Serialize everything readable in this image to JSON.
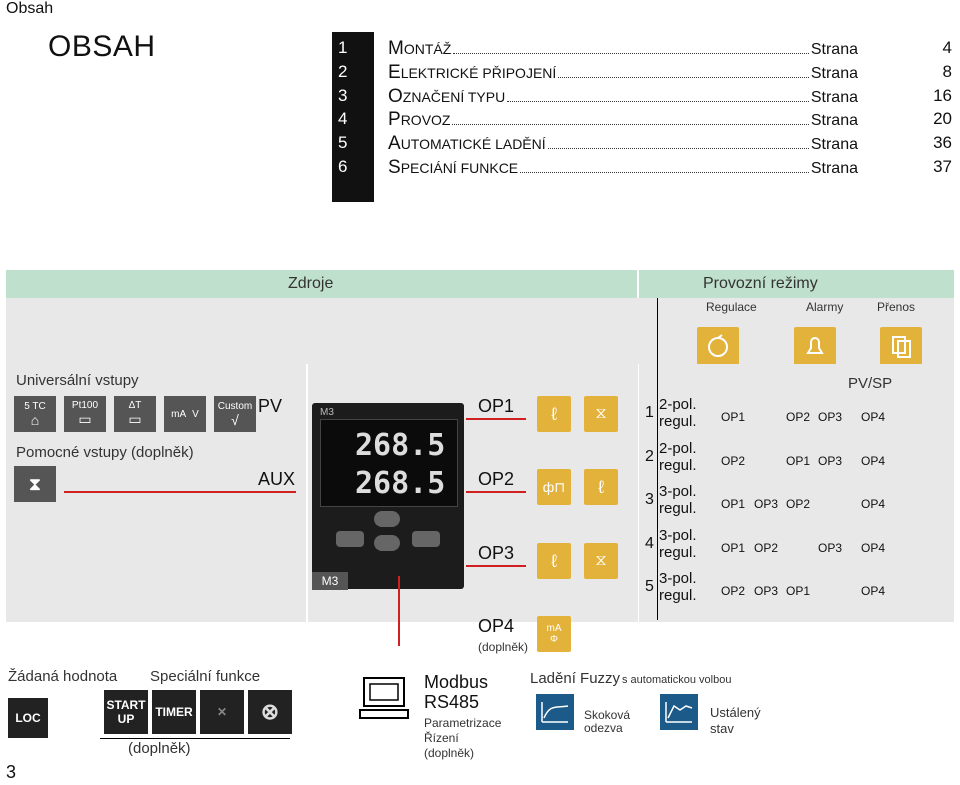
{
  "header": {
    "section": "Obsah",
    "title": "OBSAH"
  },
  "toc": [
    {
      "num": "1",
      "cap": "M",
      "rest": "ONTÁŽ",
      "page_label": "Strana",
      "page": "4"
    },
    {
      "num": "2",
      "cap": "E",
      "rest": "LEKTRICKÉ PŘIPOJENÍ",
      "page_label": "Strana",
      "page": "8"
    },
    {
      "num": "3",
      "cap": "O",
      "rest": "ZNAČENÍ TYPU",
      "page_label": "Strana",
      "page": "16"
    },
    {
      "num": "4",
      "cap": "P",
      "rest": "ROVOZ",
      "page_label": "Strana",
      "page": "20"
    },
    {
      "num": "5",
      "cap": "A",
      "rest": "UTOMATICKÉ LADĚNÍ",
      "page_label": "Strana",
      "page": "36"
    },
    {
      "num": "6",
      "cap": "S",
      "rest": "PECIÁNÍ FUNKCE",
      "page_label": "Strana",
      "page": "37"
    }
  ],
  "diagram": {
    "zdroje": "Zdroje",
    "provozni": "Provozní režimy",
    "regulace": "Regulace",
    "alarmy": "Alarmy",
    "prenos": "Přenos",
    "univ_inputs": "Universální vstupy",
    "aux_inputs": "Pomocné vstupy (doplněk)",
    "input_icons": [
      "5 TC",
      "Pt100",
      "ΔT",
      "mA",
      "V",
      "Custom"
    ],
    "pv": "PV",
    "aux": "AUX",
    "m3": "M3",
    "display_top": "268.5",
    "display_bottom": "268.5",
    "display_label": "M3",
    "op1": "OP1",
    "op2": "OP2",
    "op3": "OP3",
    "op4": "OP4",
    "doplnek": "(doplněk)",
    "pvsp": "PV/SP",
    "modes": [
      {
        "n": "1",
        "r1": "2-pol.",
        "r2": "regul.",
        "cells": [
          "OP1",
          "",
          "OP2",
          "OP3",
          "OP4"
        ]
      },
      {
        "n": "2",
        "r1": "2-pol.",
        "r2": "regul.",
        "cells": [
          "OP2",
          "",
          "OP1",
          "OP3",
          "OP4"
        ]
      },
      {
        "n": "3",
        "r1": "3-pol.",
        "r2": "regul.",
        "cells": [
          "OP1",
          "OP3",
          "OP2",
          "",
          "OP4"
        ]
      },
      {
        "n": "4",
        "r1": "3-pol.",
        "r2": "regul.",
        "cells": [
          "OP1",
          "OP2",
          "",
          "OP3",
          "OP4"
        ]
      },
      {
        "n": "5",
        "r1": "3-pol.",
        "r2": "regul.",
        "cells": [
          "OP2",
          "OP3",
          "OP1",
          "",
          "OP4"
        ]
      }
    ],
    "zadana": "Žádaná hodnota",
    "specialni": "Speciální funkce",
    "loc": "LOC",
    "start": "START",
    "up": "UP",
    "timer": "TIMER",
    "doplnek2": "(doplněk)",
    "modbus": "Modbus",
    "rs485": "RS485",
    "param": "Parametrizace",
    "rizeni": "Řízení",
    "doplnek3": "(doplněk)",
    "ladeni": "Ladění Fuzzy",
    "auto": "s automatickou volbou",
    "skokova": "Skoková",
    "odezva": "odezva",
    "ustaleny": "Ustálený",
    "stav": "stav",
    "page_num": "3"
  }
}
